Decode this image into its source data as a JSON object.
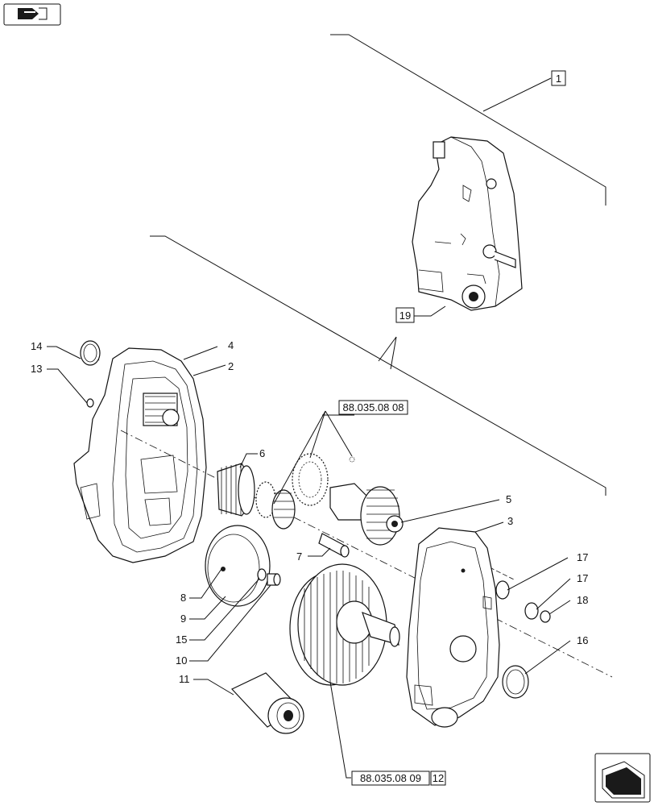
{
  "nav": {
    "top_icon": "book-arrow-icon",
    "bottom_icon": "next-page-arrow-icon"
  },
  "callouts": {
    "c1": "1",
    "c19": "19",
    "c14": "14",
    "c4": "4",
    "c13": "13",
    "c2": "2",
    "c6": "6",
    "c5": "5",
    "c3": "3",
    "c7": "7",
    "c8": "8",
    "c9": "9",
    "c15": "15",
    "c10": "10",
    "c17a": "17",
    "c17b": "17",
    "c18": "18",
    "c16": "16",
    "c11": "11",
    "c12": "12"
  },
  "references": {
    "ref_top": "88.035.08 08",
    "ref_bottom": "88.035.08 09"
  }
}
